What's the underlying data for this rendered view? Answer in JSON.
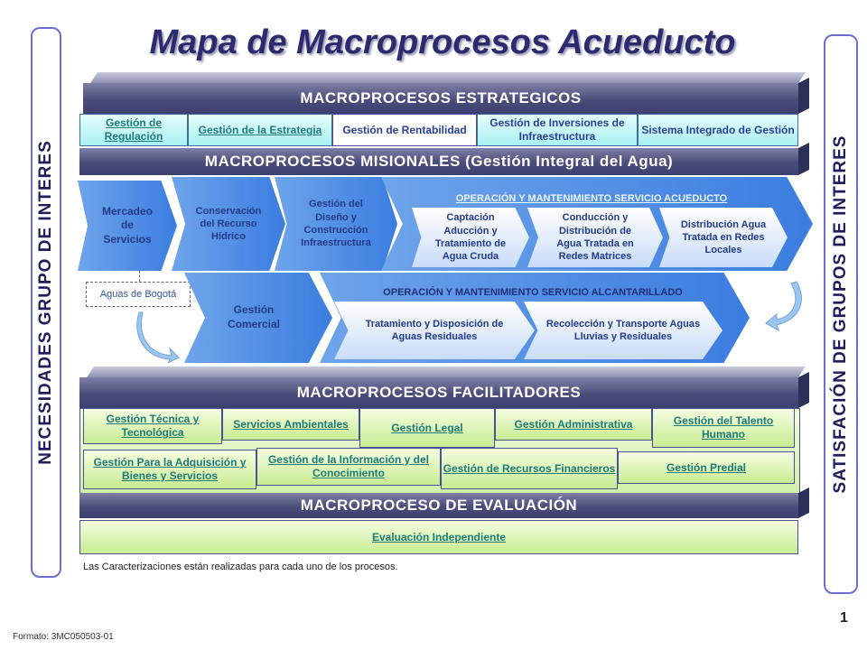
{
  "title": "Mapa de Macroprocesos Acueducto",
  "left_sidebar": "NECESIDADES GRUPO DE INTERES",
  "right_sidebar": "SATISFACIÓN DE GRUPOS DE INTERES",
  "estrategicos": {
    "header": "MACROPROCESOS ESTRATEGICOS",
    "items": [
      "Gestión de Regulación",
      "Gestión de la Estrategia",
      "Gestión de Rentabilidad",
      "Gestión de Inversiones de Infraestructura",
      "Sistema Integrado de Gestión"
    ]
  },
  "misionales": {
    "header": "MACROPROCESOS MISIONALES (Gestión Integral del Agua)",
    "mercadeo": "Mercadeo de Servicios",
    "conservacion": "Conservación del Recurso Hídrico",
    "diseno": "Gestión del Diseño y Construcción Infraestructura",
    "acueducto_title": "OPERACIÓN Y MANTENIMIENTO SERVICIO ACUEDUCTO",
    "acueducto_items": [
      "Captación Aducción y Tratamiento de Agua Cruda",
      "Conducción y Distribución de Agua Tratada en Redes Matrices",
      "Distribución Agua Tratada en Redes Locales"
    ],
    "aguas_bogota": "Aguas de Bogotá",
    "comercial": "Gestión Comercial",
    "alcantarillado_title": "OPERACIÓN Y MANTENIMIENTO SERVICIO ALCANTARILLADO",
    "alcantarillado_items": [
      "Tratamiento y Disposición de Aguas Residuales",
      "Recolección y Transporte Aguas Lluvias y Residuales"
    ]
  },
  "facilitadores": {
    "header": "MACROPROCESOS FACILITADORES",
    "row1": [
      "Gestión Técnica y Tecnológica",
      "Servicios Ambientales",
      "Gestión Legal",
      "Gestión Administrativa",
      "Gestión del Talento Humano"
    ],
    "row2": [
      "Gestión Para la Adquisición y Bienes y Servicios",
      "Gestión de la Información y del Conocimiento",
      "Gestión de Recursos Financieros",
      "Gestión Predial"
    ]
  },
  "evaluacion": {
    "header": "MACROPROCESO DE EVALUACIÓN",
    "item": "Evaluación Independiente"
  },
  "note": "Las Caracterizaciones están realizadas para cada uno de los procesos.",
  "footer": "Formato: 3MC050503-01",
  "page_number": "1"
}
